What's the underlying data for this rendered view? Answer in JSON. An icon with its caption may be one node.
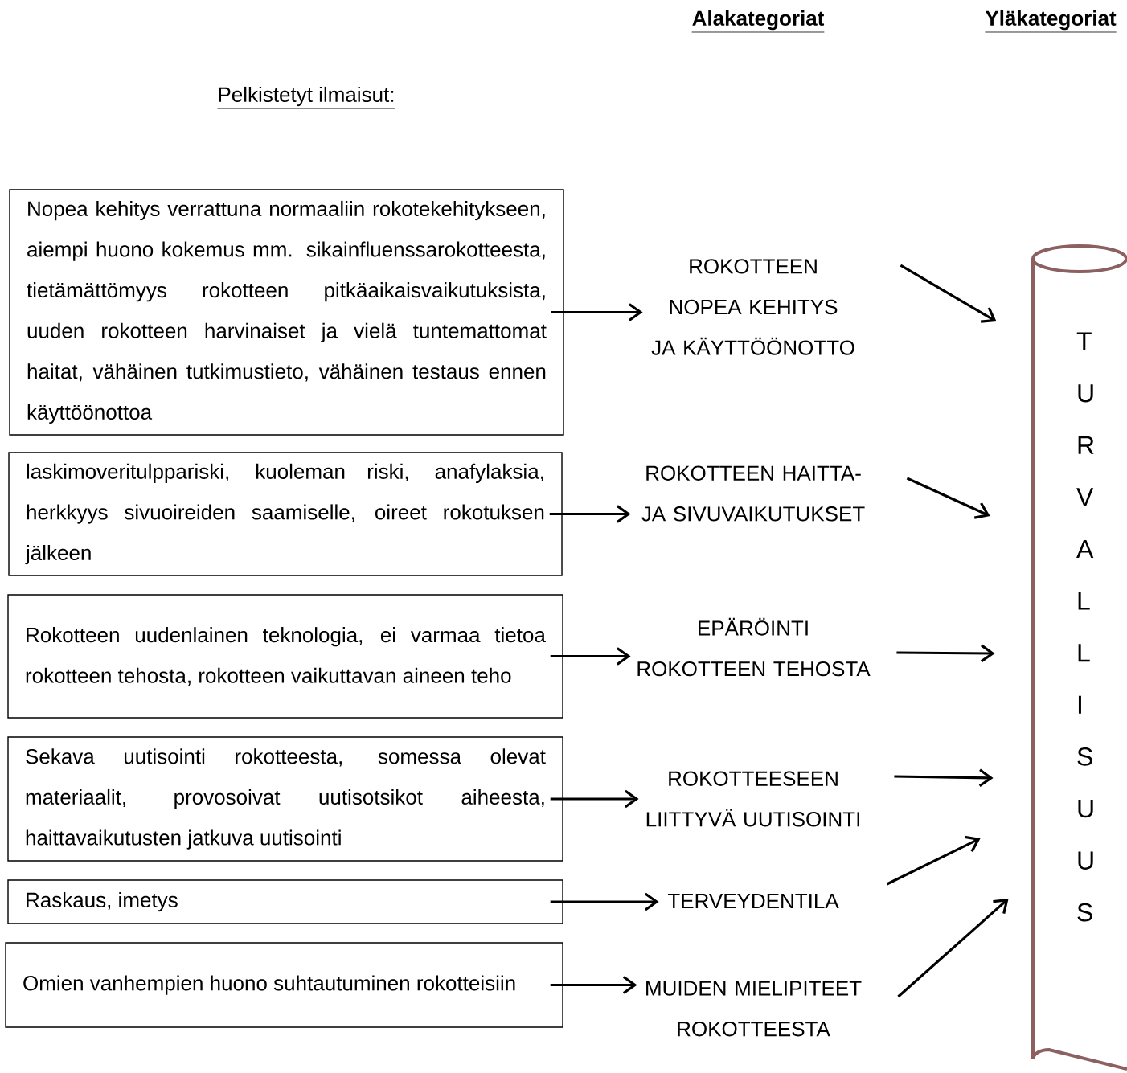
{
  "diagram": {
    "nodes": [
      {
        "text": [
          "Nopea kehitys verrattuna normaaliin rokotekehitykseen, aiempi huono kokemus mm. sikainfluenssarokotteesta, tietämättömyys rokotteen pitkäaikaisvaikutuksista, uuden rokotteen harvinaiset ja vielä tuntemattomat haitat, vähäinen tutkimustieto, vähäinen testaus ennen käyttöönottoa"
        ]
      },
      {
        "text": [
          "laskimoveritulppariski, kuoleman riski, anafylaksia, herkkyys sivuoireiden saamiselle, oireet rokotuksen jälkeen"
        ]
      },
      {
        "text": [
          "Rokotteen uudenlainen teknologia, ei varmaa tietoa rokotteen tehosta, rokotteen vaikuttavan aineen teho"
        ]
      },
      {
        "text": [
          "Sekava uutisointi rokotteesta, somessa olevat materiaalit, provosoivat uutisotsikot aiheesta, haittavaikutusten jatkuva uutisointi"
        ]
      },
      {
        "text": [
          "Raskaus, imetys"
        ]
      },
      {
        "text": [
          "Omien vanhempien huono suhtautuminen rokotteisiin"
        ]
      },
      {
        "text": [
          "ROKOTTEEN NOPEA KEHITYS JA KÄYTTÖÖNOTTO"
        ]
      },
      {
        "text": [
          "ROKOTTEEN HAITTA- JA SIVUVAIKUTUKSET"
        ]
      },
      {
        "text": [
          "EPÄRÖINTI ROKOTTEEN TEHOSTA"
        ]
      },
      {
        "text": [
          "ROKOTTEESEEN LIITTYVÄ UUTISOINTI"
        ]
      },
      {
        "text": [
          "TERVEYDENTILA"
        ]
      },
      {
        "text": [
          "MUIDEN MIELIPITEET ROKOTTEESTA"
        ]
      },
      {
        "text": [
          "TURVALLISUUS"
        ]
      }
    ],
    "edges": [
      {
        "from": 0,
        "to": 6,
        "arrow": "to"
      },
      {
        "from": 1,
        "to": 7,
        "arrow": "to"
      },
      {
        "from": 2,
        "to": 8,
        "arrow": "to"
      },
      {
        "from": 3,
        "to": 9,
        "arrow": "to"
      },
      {
        "from": 4,
        "to": 10,
        "arrow": "to"
      },
      {
        "from": 5,
        "to": 11,
        "arrow": "to"
      },
      {
        "from": 6,
        "to": 12,
        "arrow": "to"
      },
      {
        "from": 7,
        "to": 12,
        "arrow": "to"
      },
      {
        "from": 8,
        "to": 12,
        "arrow": "to"
      },
      {
        "from": 9,
        "to": 12,
        "arrow": "to"
      },
      {
        "from": 10,
        "to": 12,
        "arrow": "to"
      },
      {
        "from": 11,
        "to": 12,
        "arrow": "to"
      }
    ],
    "labels": [
      "Alakategoriat",
      "Yläkategoriat",
      "Pelkistetyt ilmaisut:"
    ]
  }
}
